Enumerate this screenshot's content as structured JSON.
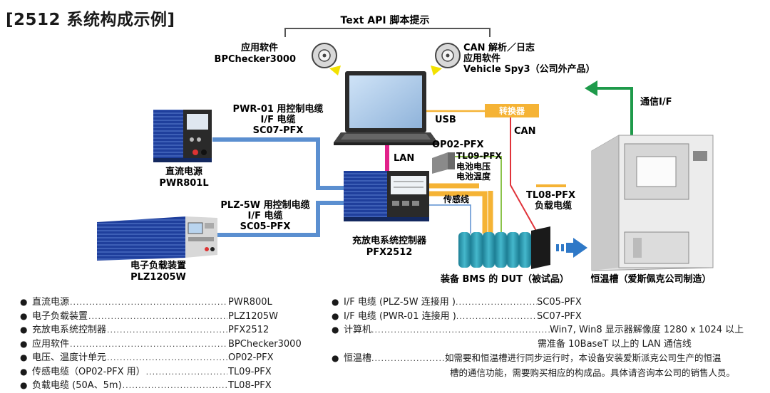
{
  "title": "[2512 系统构成示例]",
  "labels": {
    "text_api": "Text API 脚本提示",
    "app1_a": "应用软件",
    "app1_b": "BPChecker3000",
    "app2_a": "CAN 解析／日志",
    "app2_b": "应用软件",
    "app2_c": "Vehicle Spy3（公司外产品）",
    "pwr_cable_a": "PWR-01 用控制电缆",
    "pwr_cable_b": "I/F 电缆",
    "pwr_cable_c": "SC07-PFX",
    "usb": "USB",
    "converter": "转换器",
    "can": "CAN",
    "comm": "通信I/F",
    "lan": "LAN",
    "op02": "OP02-PFX",
    "tl09_a": "TL09-PFX",
    "tl09_b": "电池电压",
    "tl09_c": "电池温度",
    "sensor": "传感线",
    "tl08_a": "TL08-PFX",
    "tl08_b": "负载电缆",
    "psu_a": "直流电源",
    "psu_b": "PWR801L",
    "plz_cable_a": "PLZ-5W 用控制电缆",
    "plz_cable_b": "I/F 电缆",
    "plz_cable_c": "SC05-PFX",
    "ctrl_a": "充放电系统控制器",
    "ctrl_b": "PFX2512",
    "load_a": "电子负载装置",
    "load_b": "PLZ1205W",
    "dut": "装备 BMS 的 DUT（被试品）",
    "chamber": "恒温槽（爱斯佩克公司制造）"
  },
  "spec_left": [
    {
      "name": "直流电源",
      "value": "PWR800L"
    },
    {
      "name": "电子负载装置",
      "value": "PLZ1205W"
    },
    {
      "name": "充放电系统控制器",
      "value": "PFX2512"
    },
    {
      "name": "应用软件",
      "value": "BPChecker3000"
    },
    {
      "name": "电压、温度计单元",
      "value": "OP02-PFX"
    },
    {
      "name": "传感电缆（OP02-PFX 用）",
      "value": "TL09-PFX"
    },
    {
      "name": "负载电缆 (50A、5m)",
      "value": "TL08-PFX"
    }
  ],
  "spec_right": [
    {
      "name": "I/F 电缆 (PLZ-5W 连接用 )",
      "value": "SC05-PFX"
    },
    {
      "name": "I/F 电缆 (PWR-01 连接用 )",
      "value": "SC07-PFX"
    },
    {
      "name": "计算机",
      "value": "Win7, Win8  显示器解像度 1280 x 1024 以上",
      "value2": "需准备 10BaseT 以上的 LAN 通信线"
    },
    {
      "name": "恒温槽",
      "value": "如需要和恒温槽进行同步运行时，本设备安装爱斯派克公司生产的恒温",
      "value2": "槽的通信功能，需要购买相应的构成品。具体请咨询本公司的销售人员。"
    }
  ],
  "colors": {
    "cable_blue": "#5b8fd0",
    "usb_orange": "#f5b335",
    "can_red": "#e0333a",
    "lan_magenta": "#e2218a",
    "sensor_green": "#8bc34a",
    "arrow_green": "#1e9a4a",
    "arrow_blue": "#2e78c7",
    "device_blue": "#1f3f9c",
    "dut_teal": "#2b9bb3"
  }
}
